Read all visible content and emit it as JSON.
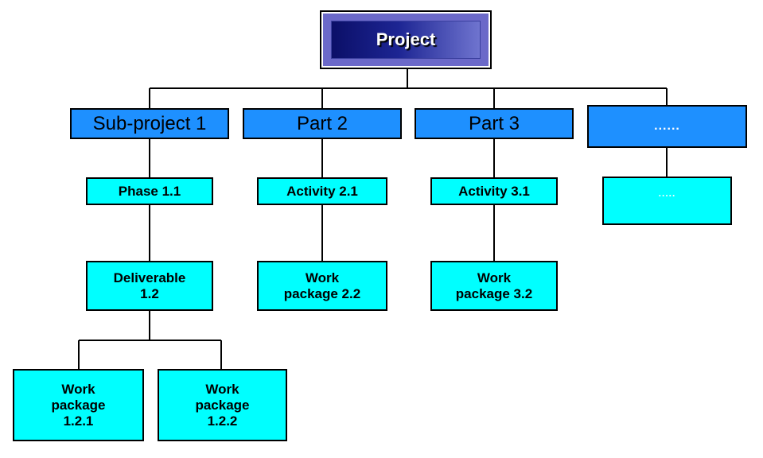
{
  "root": {
    "label": "Project"
  },
  "sub_projects": [
    {
      "label": "Sub-project 1"
    },
    {
      "label": "Part 2"
    },
    {
      "label": "Part 3"
    },
    {
      "label": "......"
    }
  ],
  "level2": [
    {
      "label": "Phase 1.1"
    },
    {
      "label": "Activity 2.1"
    },
    {
      "label": "Activity 3.1"
    },
    {
      "label": "....."
    }
  ],
  "level3": [
    {
      "label": "Deliverable\n1.2"
    },
    {
      "label": "Work\npackage 2.2"
    },
    {
      "label": "Work\npackage 3.2"
    }
  ],
  "level4": [
    {
      "label": "Work\npackage\n1.2.1"
    },
    {
      "label": "Work\npackage\n1.2.2"
    }
  ],
  "colors": {
    "level1_fill": "#1e90ff",
    "level2_fill": "#00ffff",
    "root_gradient_dark": "#0b0f68",
    "root_gradient_light": "#6f74cf",
    "connector": "#000000"
  }
}
